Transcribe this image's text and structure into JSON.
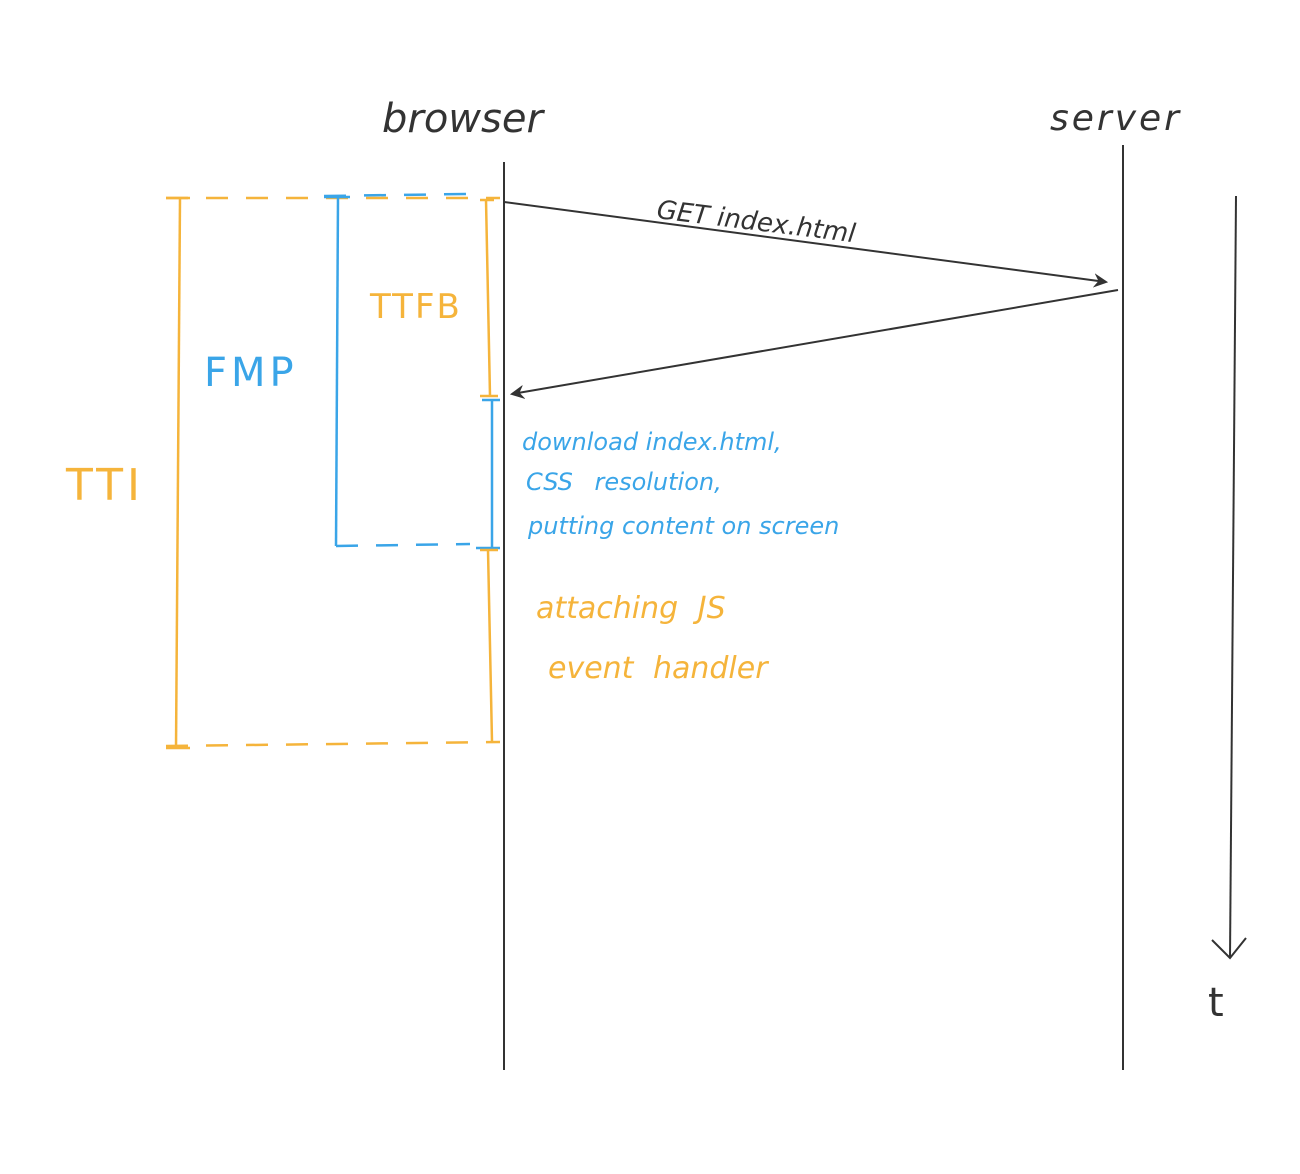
{
  "actors": {
    "browser": "browser",
    "server": "server"
  },
  "messages": {
    "request": "GET index.html"
  },
  "brackets": {
    "tti": "TTI",
    "fmp": "FMP",
    "ttfb": "TTFB"
  },
  "notes": {
    "download_line1": "download index.html,",
    "download_line2": "CSS resolution,",
    "download_line3": "putting content on screen",
    "attach_line1": "attaching JS",
    "attach_line2": "event handler"
  },
  "time_axis": {
    "label": "t"
  },
  "colors": {
    "ink": "#333333",
    "orange": "#f5b43b",
    "blue": "#3aa5e8"
  }
}
